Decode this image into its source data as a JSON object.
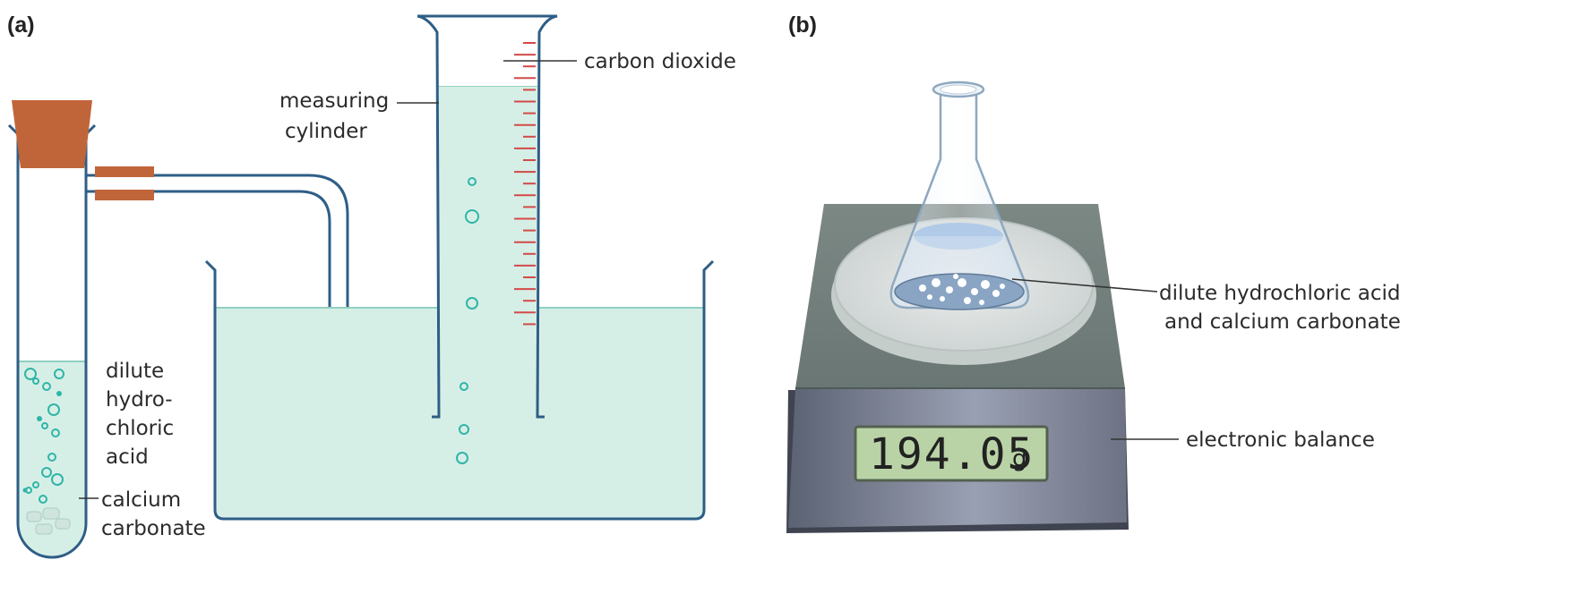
{
  "panels": [
    {
      "id": "a",
      "label": "(a)"
    },
    {
      "id": "b",
      "label": "(b)"
    }
  ],
  "labels_a": {
    "measuring_cylinder": [
      "measuring",
      "cylinder"
    ],
    "carbon_dioxide": "carbon dioxide",
    "dilute_acid": [
      "dilute",
      "hydro-",
      "chloric",
      "acid"
    ],
    "calcium_carbonate": [
      "calcium",
      "carbonate"
    ]
  },
  "labels_b": {
    "acid_and_carbonate": [
      "dilute hydrochloric acid",
      "and calcium carbonate"
    ],
    "electronic_balance": "electronic balance"
  },
  "balance_display": {
    "value": "194.05",
    "unit": "g"
  },
  "colors": {
    "outline": "#2e5e86",
    "liquid": "#d6efe6",
    "liquid_edge": "#8fd0c2",
    "bubble": "#2fb5a8",
    "stopper": "#c0653a",
    "scale_mark": "#d24a4a",
    "lcd": "#b9d3a7"
  }
}
